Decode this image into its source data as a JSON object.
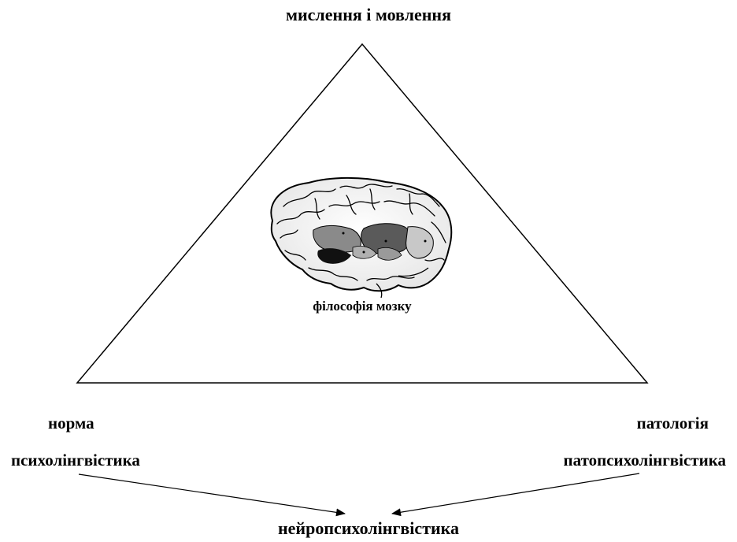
{
  "labels": {
    "top": "мислення і мовлення",
    "center": "філософія мозку",
    "left_top": "норма",
    "left_bottom": "психолінгвістика",
    "right_top": "патологія",
    "right_bottom": "патопсихолінгвістика",
    "bottom": "нейропсихолінгвістика"
  },
  "colors": {
    "stroke": "#000000",
    "background": "#ffffff"
  },
  "illustration": "brain-image"
}
